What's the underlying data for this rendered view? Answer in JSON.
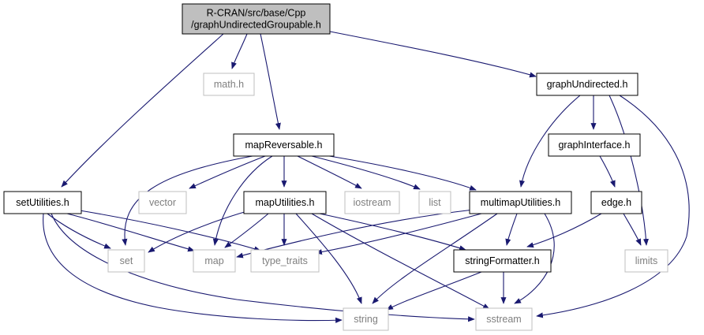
{
  "colors": {
    "edge": "#191970",
    "root_fill": "#bfbfbf",
    "internal_border": "#000000",
    "external_border": "#bfbfbf",
    "external_text": "#7f7f7f",
    "internal_text": "#000000"
  },
  "nodes": [
    {
      "id": "root",
      "kind": "root",
      "lines": [
        "R-CRAN/src/base/Cpp",
        "/graphUndirectedGroupable.h"
      ]
    },
    {
      "id": "math_h",
      "kind": "external",
      "lines": [
        "math.h"
      ]
    },
    {
      "id": "graphUndirected_h",
      "kind": "internal",
      "lines": [
        "graphUndirected.h"
      ]
    },
    {
      "id": "mapReversable_h",
      "kind": "internal",
      "lines": [
        "mapReversable.h"
      ]
    },
    {
      "id": "graphInterface_h",
      "kind": "internal",
      "lines": [
        "graphInterface.h"
      ]
    },
    {
      "id": "setUtilities_h",
      "kind": "internal",
      "lines": [
        "setUtilities.h"
      ]
    },
    {
      "id": "vector",
      "kind": "external",
      "lines": [
        "vector"
      ]
    },
    {
      "id": "mapUtilities_h",
      "kind": "internal",
      "lines": [
        "mapUtilities.h"
      ]
    },
    {
      "id": "iostream",
      "kind": "external",
      "lines": [
        "iostream"
      ]
    },
    {
      "id": "list",
      "kind": "external",
      "lines": [
        "list"
      ]
    },
    {
      "id": "multimapUtilities_h",
      "kind": "internal",
      "lines": [
        "multimapUtilities.h"
      ]
    },
    {
      "id": "edge_h",
      "kind": "internal",
      "lines": [
        "edge.h"
      ]
    },
    {
      "id": "set",
      "kind": "external",
      "lines": [
        "set"
      ]
    },
    {
      "id": "map",
      "kind": "external",
      "lines": [
        "map"
      ]
    },
    {
      "id": "type_traits",
      "kind": "external",
      "lines": [
        "type_traits"
      ]
    },
    {
      "id": "stringFormatter_h",
      "kind": "internal",
      "lines": [
        "stringFormatter.h"
      ]
    },
    {
      "id": "limits",
      "kind": "external",
      "lines": [
        "limits"
      ]
    },
    {
      "id": "string",
      "kind": "external",
      "lines": [
        "string"
      ]
    },
    {
      "id": "sstream",
      "kind": "external",
      "lines": [
        "sstream"
      ]
    }
  ],
  "edges": [
    [
      "root",
      "setUtilities_h"
    ],
    [
      "root",
      "math_h"
    ],
    [
      "root",
      "mapReversable_h"
    ],
    [
      "root",
      "graphUndirected_h"
    ],
    [
      "graphUndirected_h",
      "multimapUtilities_h"
    ],
    [
      "graphUndirected_h",
      "graphInterface_h"
    ],
    [
      "graphUndirected_h",
      "limits"
    ],
    [
      "graphUndirected_h",
      "sstream"
    ],
    [
      "graphInterface_h",
      "edge_h"
    ],
    [
      "edge_h",
      "stringFormatter_h"
    ],
    [
      "edge_h",
      "limits"
    ],
    [
      "mapReversable_h",
      "set"
    ],
    [
      "mapReversable_h",
      "vector"
    ],
    [
      "mapReversable_h",
      "map"
    ],
    [
      "mapReversable_h",
      "mapUtilities_h"
    ],
    [
      "mapReversable_h",
      "iostream"
    ],
    [
      "mapReversable_h",
      "list"
    ],
    [
      "mapReversable_h",
      "multimapUtilities_h"
    ],
    [
      "setUtilities_h",
      "set"
    ],
    [
      "setUtilities_h",
      "map"
    ],
    [
      "setUtilities_h",
      "type_traits"
    ],
    [
      "setUtilities_h",
      "string"
    ],
    [
      "setUtilities_h",
      "sstream"
    ],
    [
      "mapUtilities_h",
      "set"
    ],
    [
      "mapUtilities_h",
      "map"
    ],
    [
      "mapUtilities_h",
      "type_traits"
    ],
    [
      "mapUtilities_h",
      "stringFormatter_h"
    ],
    [
      "mapUtilities_h",
      "string"
    ],
    [
      "mapUtilities_h",
      "sstream"
    ],
    [
      "multimapUtilities_h",
      "map"
    ],
    [
      "multimapUtilities_h",
      "type_traits"
    ],
    [
      "multimapUtilities_h",
      "stringFormatter_h"
    ],
    [
      "multimapUtilities_h",
      "string"
    ],
    [
      "multimapUtilities_h",
      "sstream"
    ],
    [
      "stringFormatter_h",
      "string"
    ],
    [
      "stringFormatter_h",
      "sstream"
    ]
  ]
}
